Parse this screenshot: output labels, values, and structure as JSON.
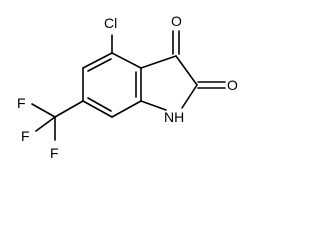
{
  "molecule": {
    "atom_labels": {
      "chlorine": "Cl",
      "oxygen_3": "O",
      "oxygen_2": "O",
      "nitrogen_h": "NH",
      "fluorine_top": "F",
      "fluorine_left": "F",
      "fluorine_bottom": "F"
    }
  }
}
